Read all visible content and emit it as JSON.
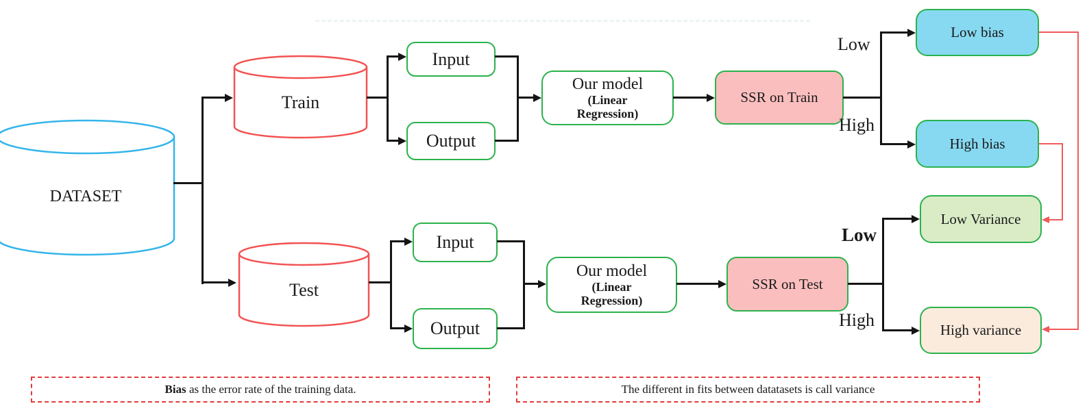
{
  "nodes": {
    "dataset": {
      "label": "DATASET"
    },
    "train": {
      "label": "Train"
    },
    "test": {
      "label": "Test"
    },
    "train_input": {
      "label": "Input"
    },
    "train_output": {
      "label": "Output"
    },
    "test_input": {
      "label": "Input"
    },
    "test_output": {
      "label": "Output"
    },
    "model_train": {
      "title": "Our model",
      "subtitle": "(Linear Regression)"
    },
    "model_test": {
      "title": "Our model",
      "subtitle": "(Linear Regression)"
    },
    "ssr_train": {
      "label": "SSR on Train"
    },
    "ssr_test": {
      "label": "SSR on Test"
    },
    "low_bias": {
      "label": "Low bias"
    },
    "high_bias": {
      "label": "High bias"
    },
    "low_variance": {
      "label": "Low Variance"
    },
    "high_variance": {
      "label": "High variance"
    }
  },
  "branch_labels": {
    "train_low": "Low",
    "train_high": "High",
    "test_low": "Low",
    "test_high": "High"
  },
  "annotations": {
    "bias": {
      "bold_part": "Bias",
      "rest": " as the error rate of the training data."
    },
    "variance": {
      "text": "The different in fits between datatasets is call variance"
    }
  },
  "colors": {
    "dataset_cylinder_stroke": "#35b5ea",
    "train_test_cylinder_stroke": "#f25252",
    "node_border_green": "#2bb24c",
    "ssr_fill": "#fbbebe",
    "bias_fill": "#87d9f2",
    "low_variance_fill": "#d9ecc6",
    "high_variance_fill": "#faebdd",
    "connector_black": "#141414",
    "feedback_red": "#f25959",
    "annotation_border_red": "#e23b3b"
  }
}
